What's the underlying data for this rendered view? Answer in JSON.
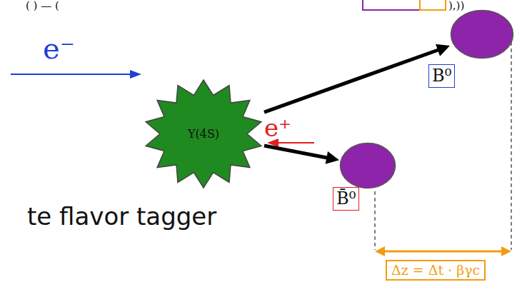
{
  "diagram": {
    "nodes": [
      {
        "text": [
          "Υ(4S)"
        ]
      },
      {
        "text": [
          "B⁰"
        ]
      },
      {
        "text": [
          "B̄⁰"
        ]
      }
    ],
    "edges": [
      {
        "from": 0,
        "to": 1,
        "arrow": "to"
      },
      {
        "from": 0,
        "to": 2,
        "arrow": "to"
      }
    ],
    "labels": [
      "e⁻",
      "e⁺",
      "te flavor tagger",
      "Δz = Δt · βγc",
      "( ) — (",
      "),))"
    ]
  }
}
